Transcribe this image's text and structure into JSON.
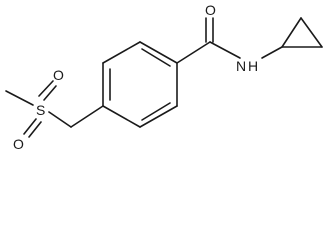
{
  "structure": {
    "atoms": {
      "carbonyl_oxygen": "O",
      "amide_nitrogen": "N",
      "amide_hydrogen": "H",
      "sulfur": "S",
      "sulfonyl_oxygen_top": "O",
      "sulfonyl_oxygen_bottom": "O"
    },
    "colors": {
      "bond": "#1a1a1a",
      "label": "#1a1a1a",
      "background": "#ffffff"
    }
  }
}
